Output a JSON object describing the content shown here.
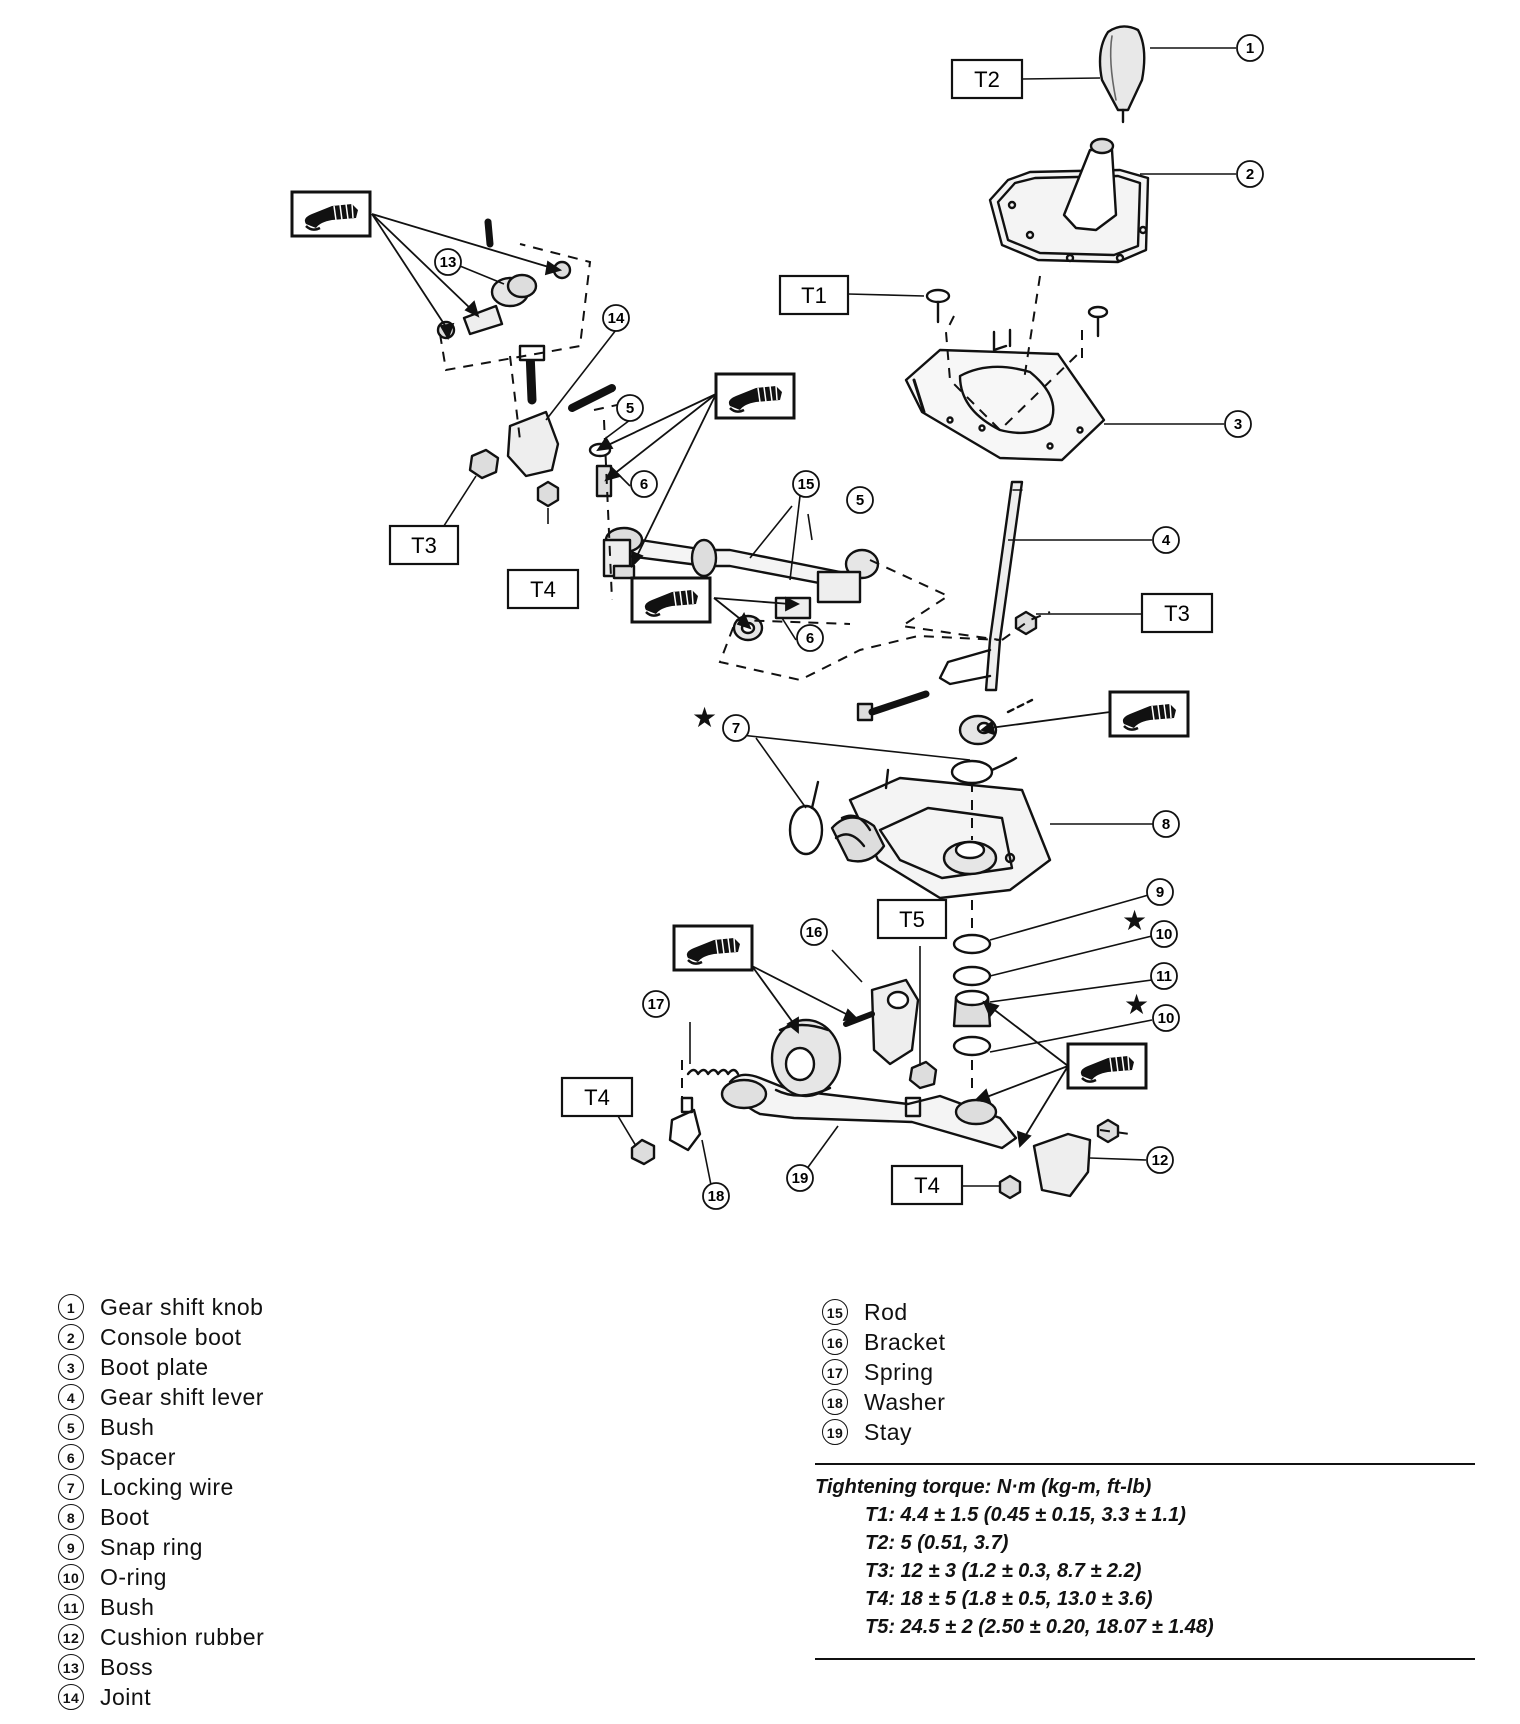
{
  "callouts": [
    "1",
    "2",
    "3",
    "4",
    "5",
    "5",
    "6",
    "6",
    "7",
    "8",
    "9",
    "10",
    "10",
    "11",
    "12",
    "13",
    "14",
    "15",
    "16",
    "17",
    "18",
    "19"
  ],
  "torque_labels": [
    "T1",
    "T2",
    "T3",
    "T3",
    "T4",
    "T4",
    "T4",
    "T5"
  ],
  "legend_left": [
    {
      "num": "1",
      "text": "Gear shift knob"
    },
    {
      "num": "2",
      "text": "Console boot"
    },
    {
      "num": "3",
      "text": "Boot plate"
    },
    {
      "num": "4",
      "text": "Gear shift lever"
    },
    {
      "num": "5",
      "text": "Bush"
    },
    {
      "num": "6",
      "text": "Spacer"
    },
    {
      "num": "7",
      "text": "Locking wire"
    },
    {
      "num": "8",
      "text": "Boot"
    },
    {
      "num": "9",
      "text": "Snap ring"
    },
    {
      "num": "10",
      "text": "O-ring"
    },
    {
      "num": "11",
      "text": "Bush"
    },
    {
      "num": "12",
      "text": "Cushion rubber"
    },
    {
      "num": "13",
      "text": "Boss"
    },
    {
      "num": "14",
      "text": "Joint"
    }
  ],
  "legend_right": [
    {
      "num": "15",
      "text": "Rod"
    },
    {
      "num": "16",
      "text": "Bracket"
    },
    {
      "num": "17",
      "text": "Spring"
    },
    {
      "num": "18",
      "text": "Washer"
    },
    {
      "num": "19",
      "text": "Stay"
    }
  ],
  "torque": {
    "title": "Tightening torque: N·m (kg-m, ft-lb)",
    "rows": [
      "T1: 4.4 ± 1.5 (0.45 ± 0.15, 3.3 ± 1.1)",
      "T2: 5 (0.51, 3.7)",
      "T3: 12 ± 3 (1.2 ± 0.3, 8.7 ± 2.2)",
      "T4: 18 ± 5 (1.8 ± 0.5, 13.0 ± 3.6)",
      "T5: 24.5 ± 2 (2.50 ± 0.20, 18.07 ± 1.48)"
    ]
  }
}
